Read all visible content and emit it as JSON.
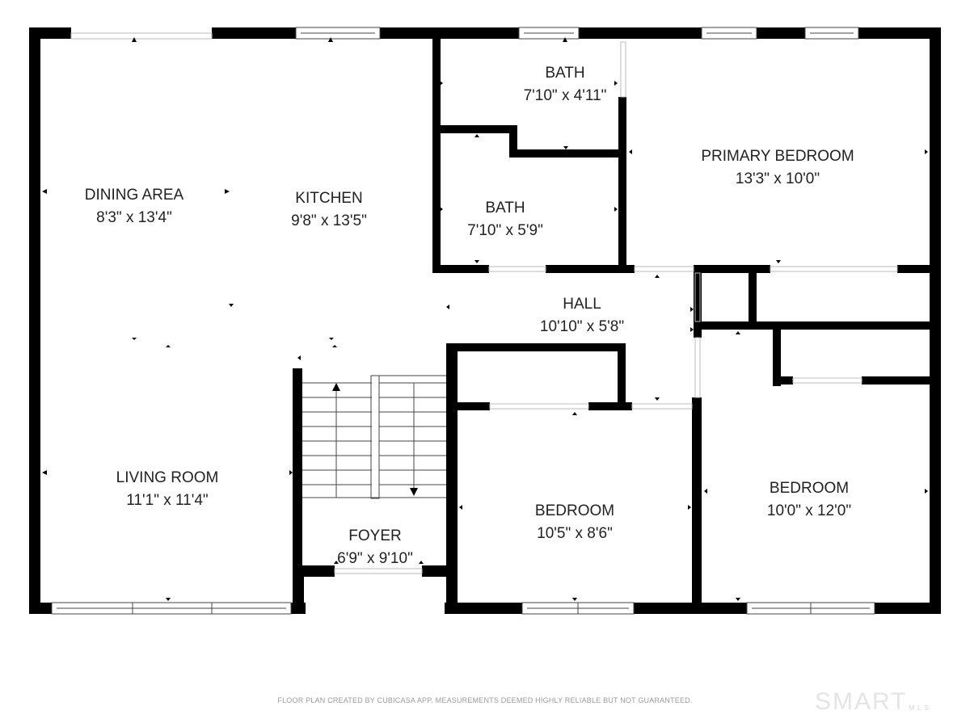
{
  "rooms": {
    "dining_area": {
      "name": "DINING AREA",
      "dims": "8'3\" x 13'4\""
    },
    "kitchen": {
      "name": "KITCHEN",
      "dims": "9'8\" x 13'5\""
    },
    "bath_upper": {
      "name": "BATH",
      "dims": "7'10\" x 4'11\""
    },
    "bath_lower": {
      "name": "BATH",
      "dims": "7'10\" x 5'9\""
    },
    "primary_bedroom": {
      "name": "PRIMARY BEDROOM",
      "dims": "13'3\" x 10'0\""
    },
    "hall": {
      "name": "HALL",
      "dims": "10'10\" x 5'8\""
    },
    "living_room": {
      "name": "LIVING ROOM",
      "dims": "11'1\" x 11'4\""
    },
    "foyer": {
      "name": "FOYER",
      "dims": "6'9\" x 9'10\""
    },
    "bedroom_center": {
      "name": "BEDROOM",
      "dims": "10'5\" x 8'6\""
    },
    "bedroom_right": {
      "name": "BEDROOM",
      "dims": "10'0\" x 12'0\""
    }
  },
  "footer": {
    "disclaimer": "FLOOR PLAN CREATED BY CUBICASA APP. MEASUREMENTS DEEMED HIGHLY RELIABLE BUT NOT GUARANTEED.",
    "logo_main": "SMART",
    "logo_sub": "MLS"
  },
  "colors": {
    "wall": "#000000",
    "window": "#ffffff",
    "text": "#222222",
    "footer_text": "#9a9a9a",
    "logo": "#e4e4e4"
  }
}
